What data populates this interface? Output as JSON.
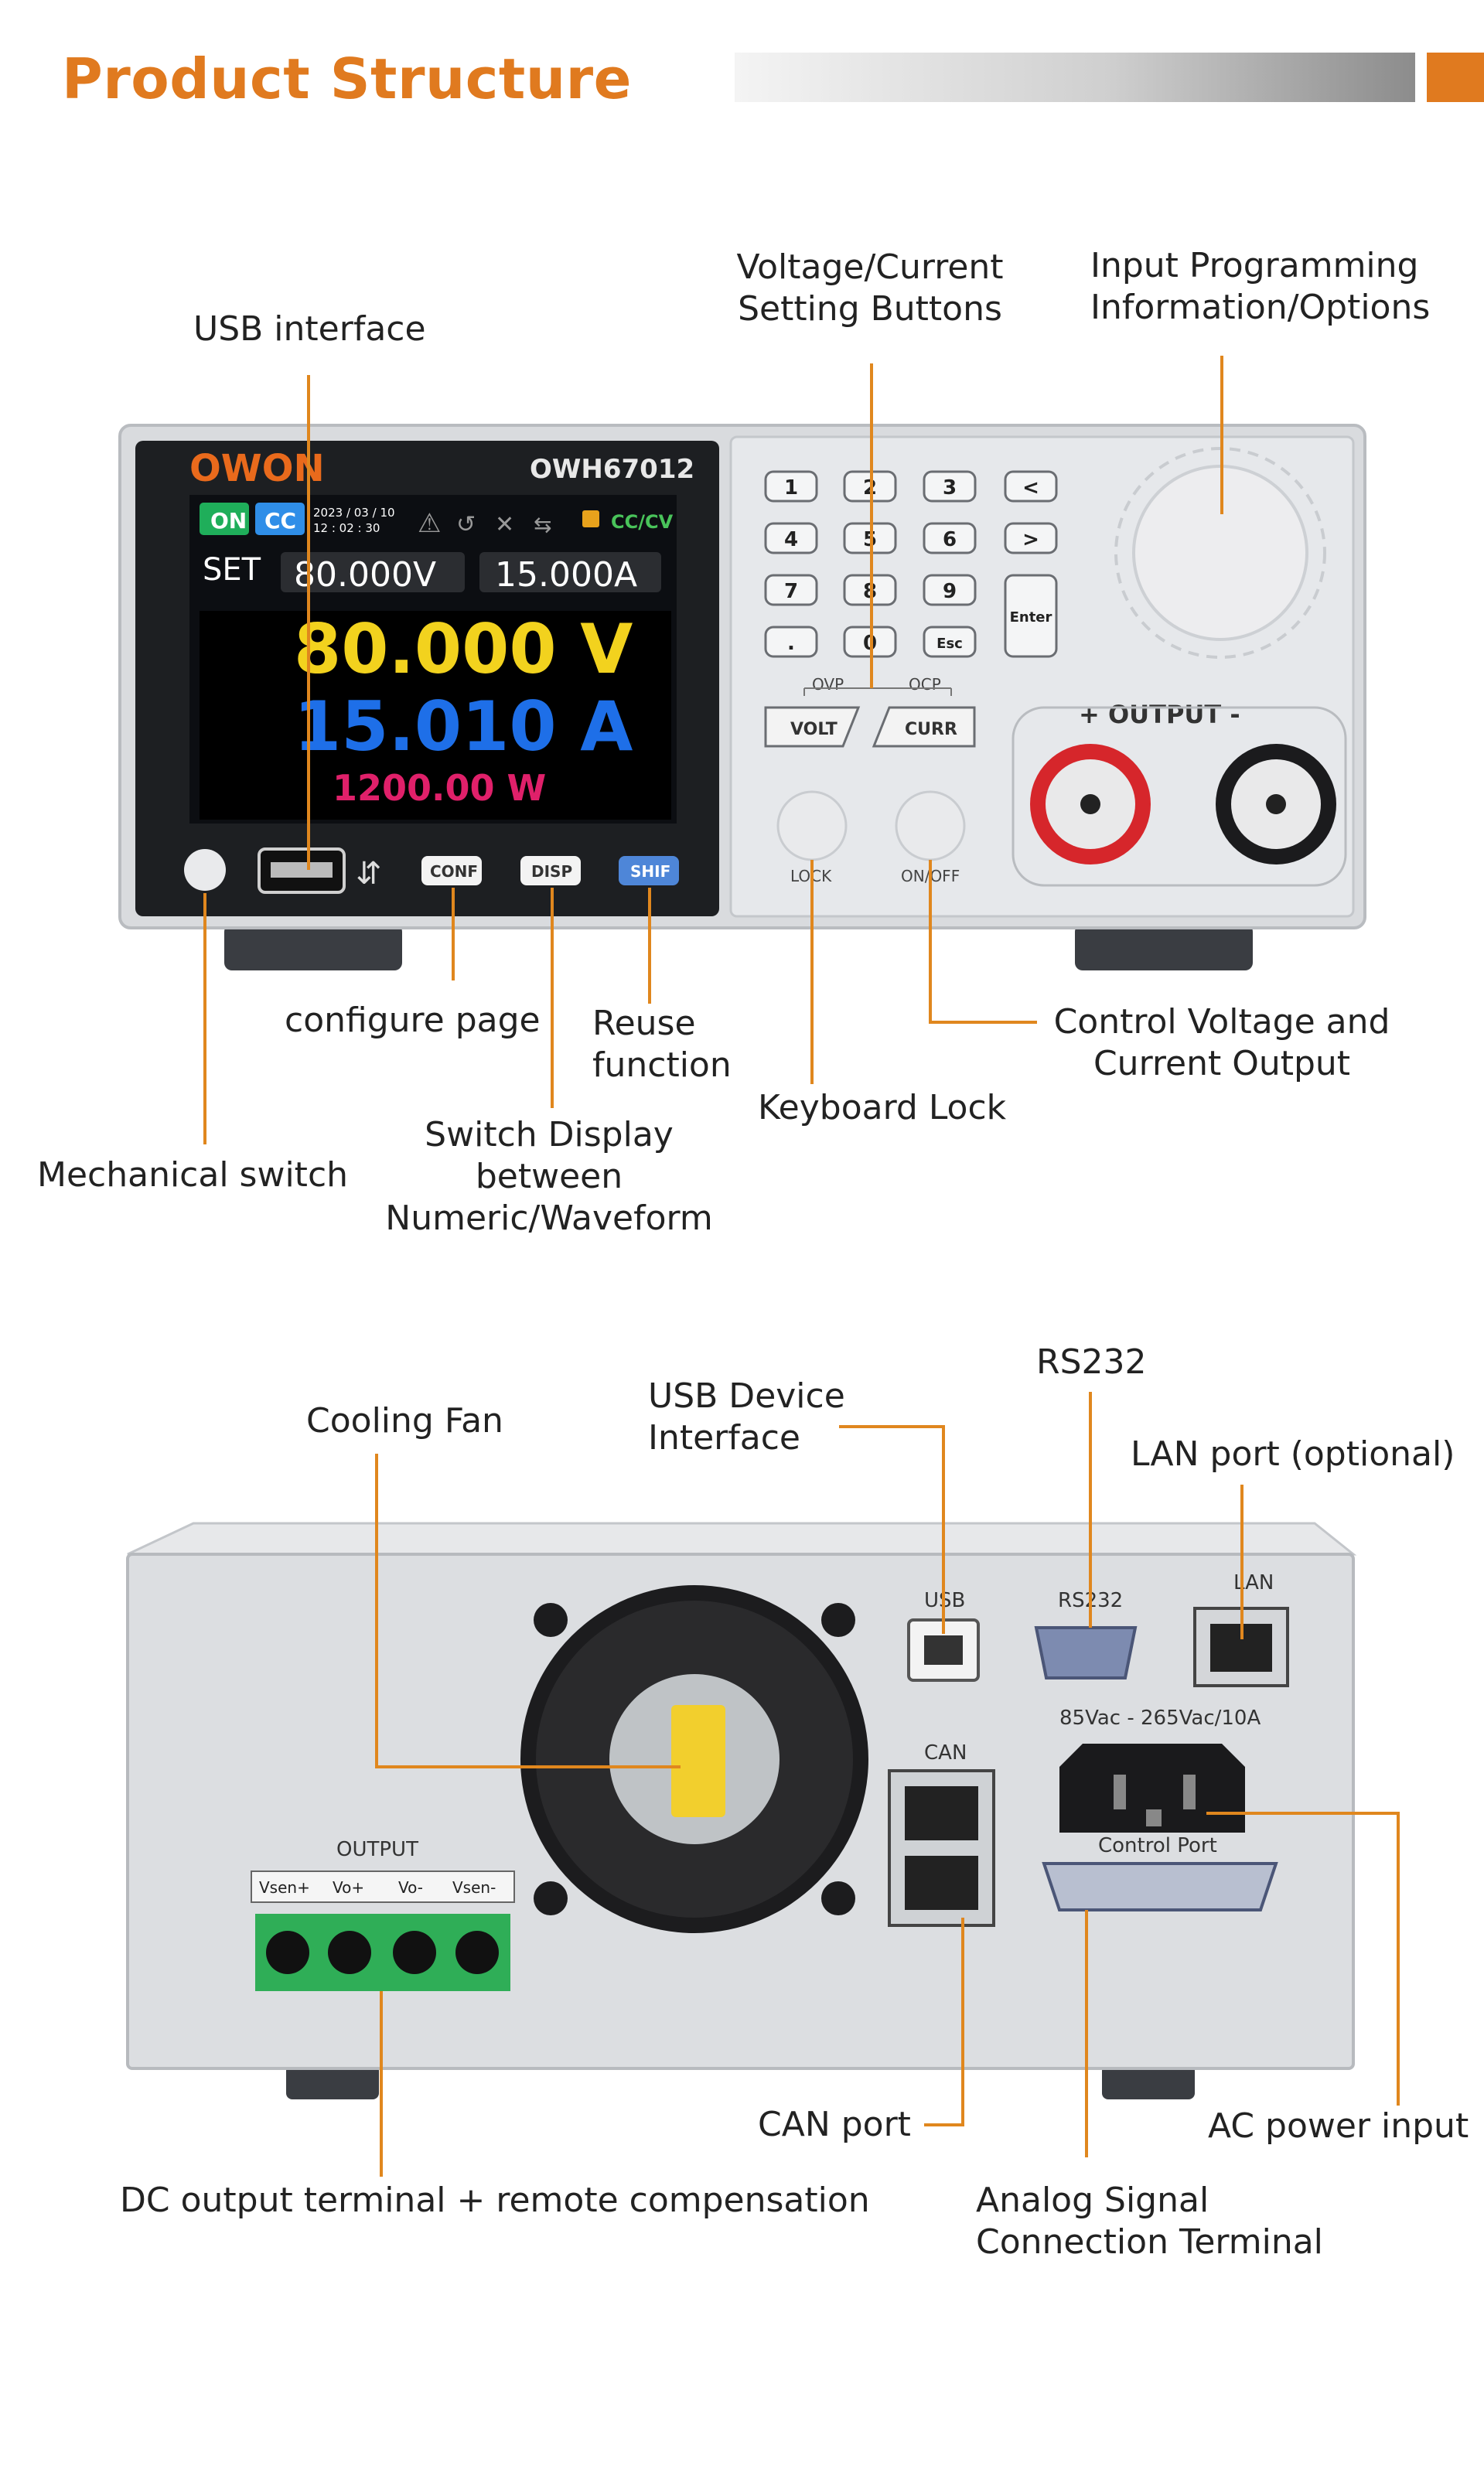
{
  "heading": "Product Structure",
  "device": {
    "brand": "OWON",
    "model": "OWH67012",
    "screen": {
      "on_badge": "ON",
      "cc_badge": "CC",
      "date": "2023 / 03 / 10",
      "time": "12 : 02 : 30",
      "mode": "CC/CV",
      "set_label": "SET",
      "set_voltage": "80.000V",
      "set_current": "15.000A",
      "voltage": "80.000 V",
      "current": "15.010 A",
      "power": "1200.00 W"
    },
    "buttons": {
      "conf": "CONF",
      "disp": "DISP",
      "shift": "SHIF",
      "lock": "LOCK",
      "onoff": "ON/OFF",
      "volt": "VOLT",
      "curr": "CURR",
      "ovp": "OVP",
      "ocp": "OCP",
      "enter": "Enter",
      "esc": "Esc"
    },
    "keypad": [
      "1",
      "2",
      "3",
      "<",
      "4",
      "5",
      "6",
      ">",
      "7",
      "8",
      "9",
      ".",
      "0"
    ],
    "output_label": "+ OUTPUT -"
  },
  "rear": {
    "usb": "USB",
    "rs232": "RS232",
    "lan": "LAN",
    "power_rating": "85Vac - 265Vac/10A",
    "can": "CAN",
    "control_port": "Control Port",
    "output": "OUTPUT",
    "terminals": [
      "Vsen+",
      "Vo+",
      "Vo-",
      "Vsen-"
    ]
  },
  "callouts_front": {
    "usb_interface": "USB interface",
    "vc_buttons_1": "Voltage/Current",
    "vc_buttons_2": "Setting Buttons",
    "input_prog_1": "Input Programming",
    "input_prog_2": "Information/Options",
    "configure_page": "configure page",
    "reuse_1": "Reuse",
    "reuse_2": "function",
    "keyboard_lock": "Keyboard Lock",
    "control_out_1": "Control Voltage and",
    "control_out_2": "Current Output",
    "switch_disp_1": "Switch Display",
    "switch_disp_2": "between",
    "switch_disp_3": "Numeric/Waveform",
    "mechanical_switch": "Mechanical switch"
  },
  "callouts_rear": {
    "rs232": "RS232",
    "usb_device_1": "USB Device",
    "usb_device_2": "Interface",
    "cooling_fan": "Cooling Fan",
    "lan_port": "LAN port (optional)",
    "can_port": "CAN port",
    "ac_input": "AC power input",
    "dc_output": "DC output terminal + remote compensation",
    "analog_1": "Analog Signal",
    "analog_2": "Connection Terminal"
  },
  "colors": {
    "accent": "#e07a1f",
    "voltage": "#f2d21e",
    "current": "#1e6fe8",
    "power": "#e0206a"
  }
}
